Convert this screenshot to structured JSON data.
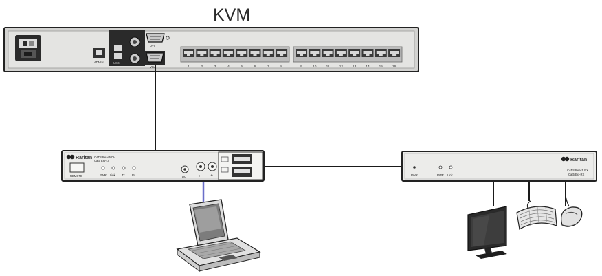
{
  "title": "KVM",
  "kvm_switch": {
    "port_labels": [
      "1",
      "2",
      "3",
      "4",
      "5",
      "6",
      "7",
      "8",
      "9",
      "10",
      "11",
      "12",
      "13",
      "14",
      "15",
      "16"
    ],
    "admin_label": "ADMIN",
    "usb_label": "USB",
    "dvi_label": "DVI",
    "vga_label": "VGA"
  },
  "local_unit": {
    "brand": "Raritan",
    "model": "CATS Reach DH",
    "model_sub": "Cat5 Ext-LT",
    "remote_label": "REMOTE",
    "led_labels": [
      "PWR",
      "Link",
      "Tx",
      "Rx"
    ],
    "dc_label": "DC",
    "audio_labels": [
      "♪",
      "⚘"
    ]
  },
  "remote_unit": {
    "brand": "Raritan",
    "model": "CATS Reach RX",
    "model_sub": "Cat5 Ext-RX",
    "power_label": "PWR",
    "led_labels": [
      "PWR",
      "Link"
    ]
  },
  "peripherals": [
    "monitor",
    "keyboard",
    "mouse"
  ],
  "colors": {
    "device_body": "#e9e9e7",
    "device_edge": "#222222",
    "rack_bg": "#cfcfcf",
    "cable": "#1a1a1a",
    "link_cable": "#6a6ec9"
  }
}
